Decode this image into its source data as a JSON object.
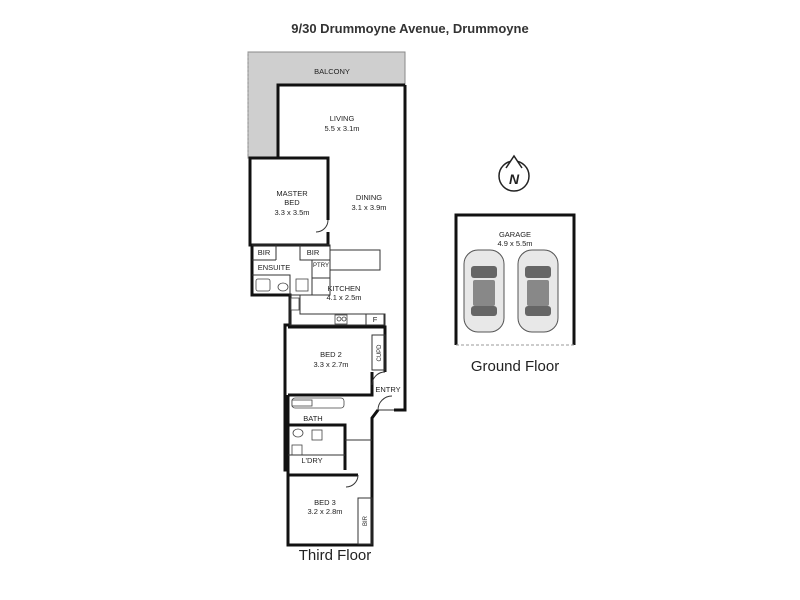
{
  "title": "9/30 Drummoyne Avenue, Drummoyne",
  "compass": {
    "label": "N"
  },
  "third_floor": {
    "label": "Third Floor",
    "rooms": {
      "balcony": {
        "name": "BALCONY"
      },
      "living": {
        "name": "LIVING",
        "size": "5.5 x 3.1m"
      },
      "dining": {
        "name": "DINING",
        "size": "3.1 x 3.9m"
      },
      "master_bed": {
        "name1": "MASTER",
        "name2": "BED",
        "size": "3.3 x 3.5m"
      },
      "bir_master": {
        "name": "BIR"
      },
      "bir_hall": {
        "name": "BIR"
      },
      "ensuite": {
        "name": "ENSUITE"
      },
      "ptry": {
        "name": "PTRY"
      },
      "kitchen": {
        "name": "KITCHEN",
        "size": "4.1 x 2.5m"
      },
      "fridge": {
        "name": "F"
      },
      "bed2": {
        "name": "BED 2",
        "size": "3.3 x 2.7m"
      },
      "cupd": {
        "name": "CUPD"
      },
      "entry": {
        "name": "ENTRY"
      },
      "bath": {
        "name": "BATH"
      },
      "ldry": {
        "name": "L'DRY"
      },
      "bed3": {
        "name": "BED 3",
        "size": "3.2 x 2.8m"
      },
      "bir_bed3": {
        "name": "BIR"
      }
    }
  },
  "ground_floor": {
    "label": "Ground Floor",
    "garage": {
      "name": "GARAGE",
      "size": "4.9 x 5.5m"
    }
  }
}
